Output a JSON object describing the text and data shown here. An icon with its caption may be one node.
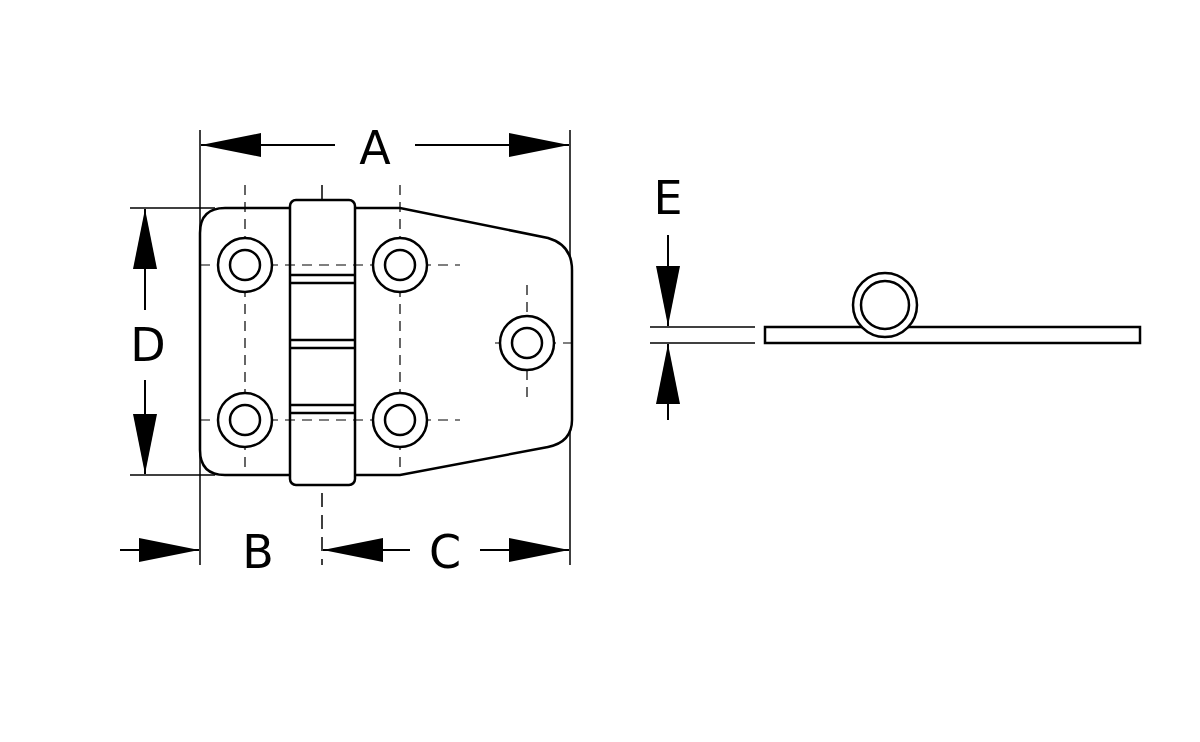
{
  "diagram": {
    "labels": [
      "A",
      "E",
      "D",
      "B",
      "C"
    ]
  }
}
